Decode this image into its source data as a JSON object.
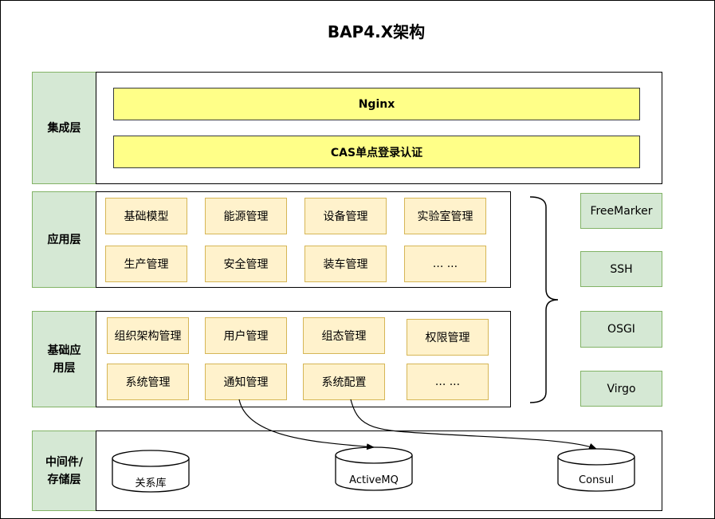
{
  "title": "BAP4.X架构",
  "layers": {
    "integration": "集成层",
    "application": "应用层",
    "foundation": "基础应\n用层",
    "middleware": "中间件/\n存储层"
  },
  "integration_bars": [
    "Nginx",
    "CAS单点登录认证"
  ],
  "application_modules": [
    "基础模型",
    "能源管理",
    "设备管理",
    "实验室管理",
    "生产管理",
    "安全管理",
    "装车管理",
    "... ..."
  ],
  "foundation_modules": [
    "组织架构管理",
    "用户管理",
    "组态管理",
    "权限管理",
    "系统管理",
    "通知管理",
    "系统配置",
    "... ..."
  ],
  "tech_stack": [
    "FreeMarker",
    "SSH",
    "OSGI",
    "Virgo"
  ],
  "storage": [
    "关系库",
    "ActiveMQ",
    "Consul"
  ],
  "colors": {
    "layer_fill": "#d5e8d4",
    "layer_border": "#82b366",
    "module_fill": "#fff2cc",
    "module_border": "#d6b656",
    "bar_fill": "#ffff88"
  }
}
